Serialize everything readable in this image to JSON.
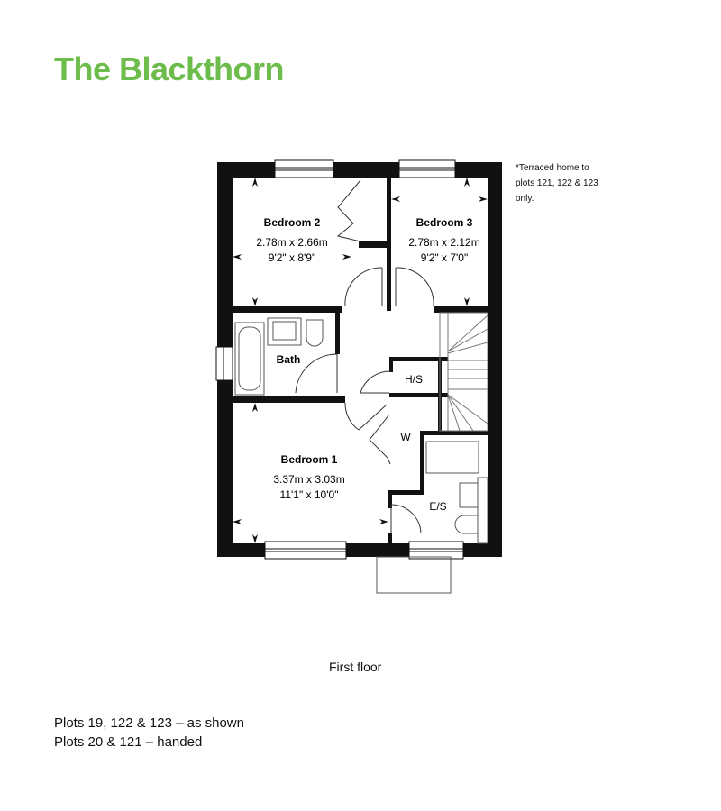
{
  "title": "The Blackthorn",
  "note": "*Terraced home to plots 121, 122 & 123 only.",
  "caption": "First floor",
  "plots": [
    "Plots 19, 122 & 123 – as shown",
    "Plots 20 & 121 – handed"
  ],
  "rooms": {
    "bedroom2": {
      "name": "Bedroom 2",
      "metric": "2.78m x 2.66m",
      "imperial": "9'2\" x 8'9\""
    },
    "bedroom3": {
      "name": "Bedroom 3",
      "metric": "2.78m x 2.12m",
      "imperial": "9'2\" x 7'0\""
    },
    "bedroom1": {
      "name": "Bedroom 1",
      "metric": "3.37m x 3.03m",
      "imperial": "11'1\" x 10'0\""
    },
    "bath": {
      "name": "Bath"
    },
    "hs": {
      "name": "H/S"
    },
    "w": {
      "name": "W"
    },
    "es": {
      "name": "E/S"
    }
  },
  "colors": {
    "title": "#6cbd4b",
    "wall": "#111111"
  }
}
